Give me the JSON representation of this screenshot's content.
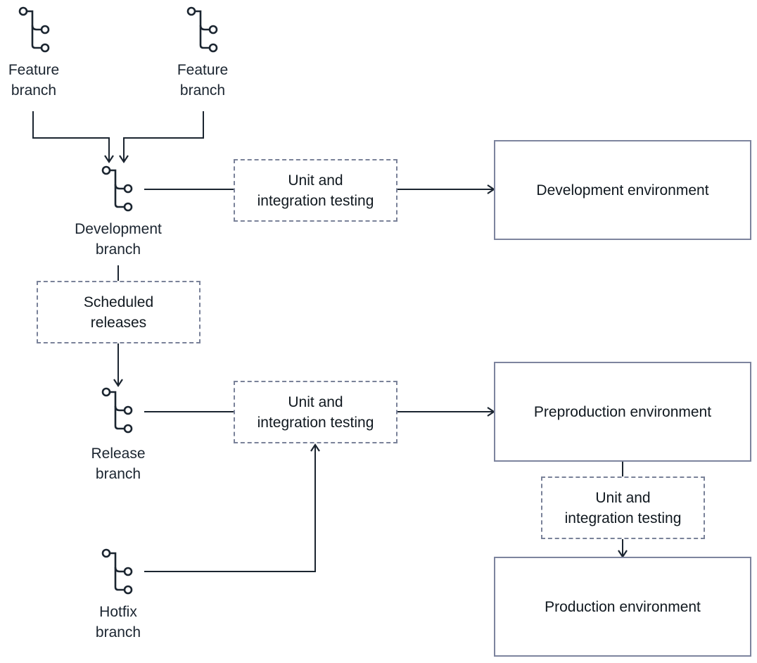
{
  "branches": {
    "feature_1": "Feature\nbranch",
    "feature_2": "Feature\nbranch",
    "development": "Development\nbranch",
    "release": "Release\nbranch",
    "hotfix": "Hotfix\nbranch"
  },
  "steps": {
    "testing_dev": "Unit and\nintegration testing",
    "scheduled_releases": "Scheduled\nreleases",
    "testing_release": "Unit and\nintegration testing",
    "testing_prod": "Unit and\nintegration testing"
  },
  "environments": {
    "development": "Development environment",
    "preproduction": "Preproduction environment",
    "production": "Production environment"
  },
  "icons": {
    "branch": "git-branch-icon"
  },
  "colors": {
    "line": "#1b2530",
    "dashed_border": "#7a8299",
    "box_border": "#7d849e",
    "text": "#1b2530"
  }
}
